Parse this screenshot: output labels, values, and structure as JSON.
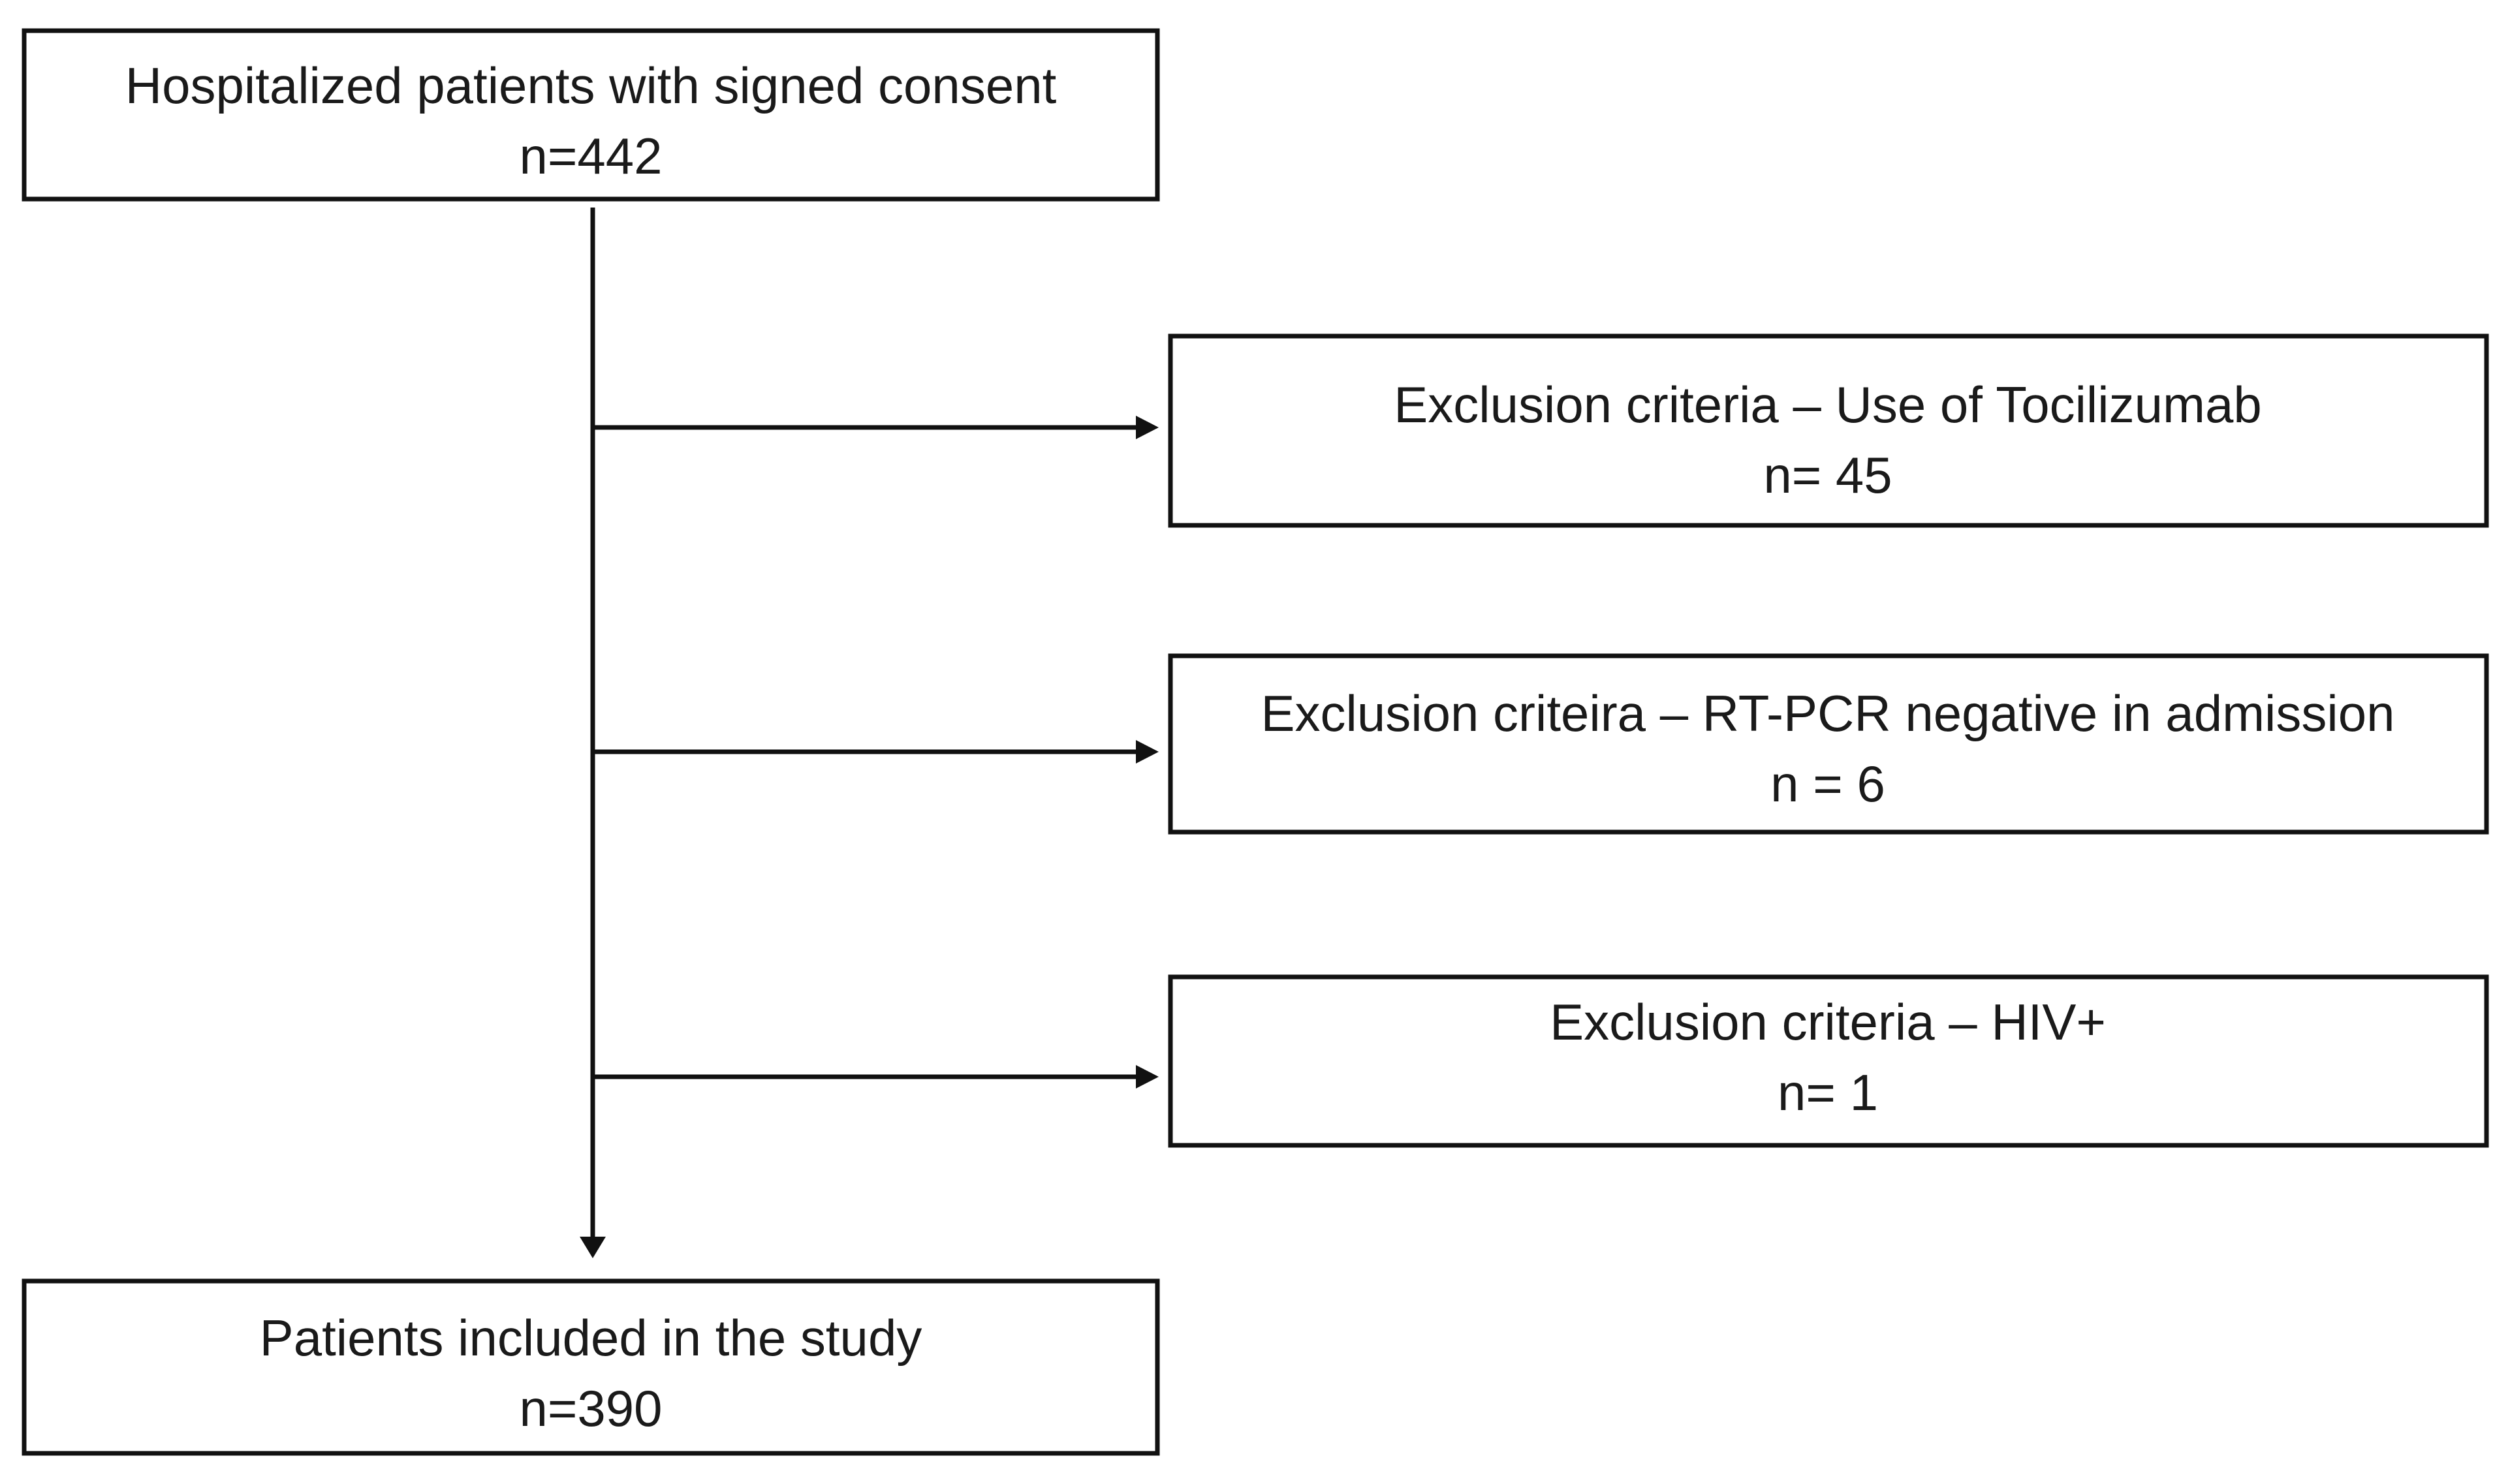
{
  "flowchart": {
    "start": {
      "title": "Hospitalized patients with signed consent",
      "count": "n=442"
    },
    "exclusions": [
      {
        "title": "Exclusion criteria – Use of Tocilizumab",
        "count": "n= 45"
      },
      {
        "title": "Exclusion criteira – RT-PCR negative in admission",
        "count": "n = 6"
      },
      {
        "title": "Exclusion criteria – HIV+",
        "count": "n= 1"
      }
    ],
    "end": {
      "title": "Patients included in the study",
      "count": "n=390"
    }
  }
}
